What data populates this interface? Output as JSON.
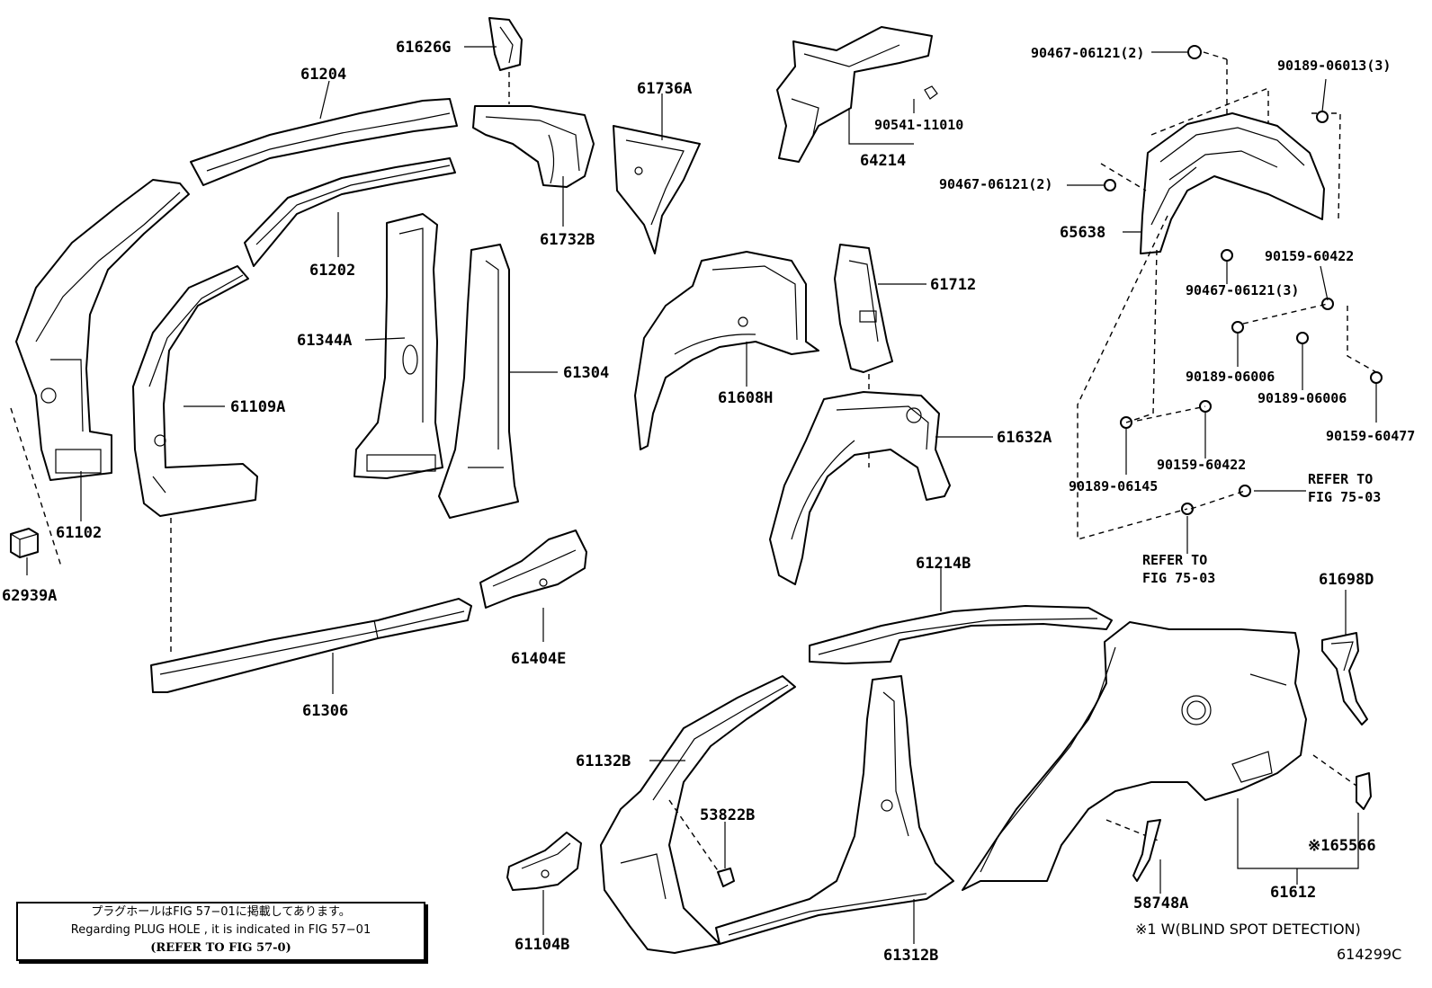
{
  "part_labels": {
    "p61626G": "61626G",
    "p61204": "61204",
    "p61736A": "61736A",
    "p61732B": "61732B",
    "p61202": "61202",
    "p61344A": "61344A",
    "p61304": "61304",
    "p61109A": "61109A",
    "p61102": "61102",
    "p62939A": "62939A",
    "p61306": "61306",
    "p61404E": "61404E",
    "p90541_11010": "90541-11010",
    "p64214": "64214",
    "p61608H": "61608H",
    "p61712": "61712",
    "p61632A": "61632A",
    "p90467_06121_2a": "90467-06121(2)",
    "p90467_06121_2b": "90467-06121(2)",
    "p90189_06013_3": "90189-06013(3)",
    "p65638": "65638",
    "p90159_60422a": "90159-60422",
    "p90467_06121_3": "90467-06121(3)",
    "p90189_06006a": "90189-06006",
    "p90189_06006b": "90189-06006",
    "p90159_60477": "90159-60477",
    "p90159_60422b": "90159-60422",
    "p90189_06145": "90189-06145",
    "refer1_line1": "REFER TO",
    "refer1_line2": "FIG 75-03",
    "refer2_line1": "REFER TO",
    "refer2_line2": "FIG 75-03",
    "p61214B": "61214B",
    "p61698D": "61698D",
    "p61132B": "61132B",
    "p53822B": "53822B",
    "p61104B": "61104B",
    "p61312B": "61312B",
    "p58748A": "58748A",
    "p165566": "※165566",
    "p61612": "61612"
  },
  "note": {
    "line_jp": "プラグホールはFIG 57−01に掲載してあります。",
    "line_en": "Regarding PLUG HOLE , it is indicated in FIG 57−01",
    "line_ref": "(REFER TO FIG 57-0)"
  },
  "footnote": "※1 W(BLIND SPOT DETECTION)",
  "illustration_code": "614299C"
}
